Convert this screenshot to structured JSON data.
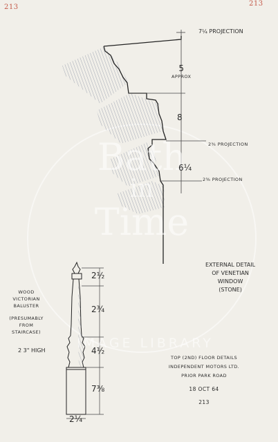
{
  "page_number_left": "213",
  "page_number_right": "213",
  "cornice": {
    "top_projection": "7¼ PROJECTION",
    "dim_5": "5",
    "dim_approx": "APPROX",
    "dim_8": "8",
    "projection_2": "2¾ PROJECTION",
    "dim_6": "6¼",
    "projection_3": "2⅜ PROJECTION"
  },
  "external_caption": [
    "EXTERNAL DETAIL",
    "OF VENETIAN",
    "WINDOW",
    "(STONE)"
  ],
  "baluster_caption": [
    "WOOD",
    "VICTORIAN",
    "BALUSTER",
    "(PRESUMABLY",
    "FROM",
    "STAIRCASE)"
  ],
  "baluster_height": "2 3\" HIGH",
  "baluster_dims": {
    "d1": "2½",
    "d2": "2¾",
    "d3": "4½",
    "d4": "7⅜",
    "d5": "2¼"
  },
  "title_block": {
    "line1": "TOP (2ND) FLOOR DETAILS",
    "line2": "INDEPENDENT MOTORS LTD.",
    "line3": "PRIOR PARK ROAD",
    "date": "18 OCT 64",
    "number": "213"
  },
  "watermark": {
    "line1": "Bath",
    "line2": "in",
    "line3": "Time",
    "line4": "IMAGE LIBRARY"
  }
}
